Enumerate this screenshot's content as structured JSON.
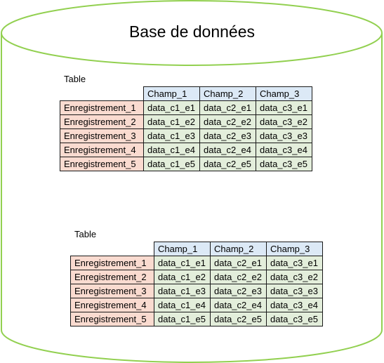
{
  "database": {
    "title": "Base de données",
    "colors": {
      "cylinder_stroke": "#92d050",
      "header_fill": "#dce9f6",
      "record_fill": "#fadbd0",
      "cell_fill": "#e3eedb"
    }
  },
  "tables": [
    {
      "caption": "Table",
      "columns": [
        "Champ_1",
        "Champ_2",
        "Champ_3"
      ],
      "rows": [
        {
          "label": "Enregistrement_1",
          "cells": [
            "data_c1_e1",
            "data_c2_e1",
            "data_c3_e1"
          ]
        },
        {
          "label": "Enregistrement_2",
          "cells": [
            "data_c1_e2",
            "data_c2_e2",
            "data_c3_e2"
          ]
        },
        {
          "label": "Enregistrement_3",
          "cells": [
            "data_c1_e3",
            "data_c2_e3",
            "data_c3_e3"
          ]
        },
        {
          "label": "Enregistrement_4",
          "cells": [
            "data_c1_e4",
            "data_c2_e4",
            "data_c3_e4"
          ]
        },
        {
          "label": "Enregistrement_5",
          "cells": [
            "data_c1_e5",
            "data_c2_e5",
            "data_c3_e5"
          ]
        }
      ]
    },
    {
      "caption": "Table",
      "columns": [
        "Champ_1",
        "Champ_2",
        "Champ_3"
      ],
      "rows": [
        {
          "label": "Enregistrement_1",
          "cells": [
            "data_c1_e1",
            "data_c2_e1",
            "data_c3_e1"
          ]
        },
        {
          "label": "Enregistrement_2",
          "cells": [
            "data_c1_e2",
            "data_c2_e2",
            "data_c3_e2"
          ]
        },
        {
          "label": "Enregistrement_3",
          "cells": [
            "data_c1_e3",
            "data_c2_e3",
            "data_c3_e3"
          ]
        },
        {
          "label": "Enregistrement_4",
          "cells": [
            "data_c1_e4",
            "data_c2_e4",
            "data_c3_e4"
          ]
        },
        {
          "label": "Enregistrement_5",
          "cells": [
            "data_c1_e5",
            "data_c2_e5",
            "data_c3_e5"
          ]
        }
      ]
    }
  ]
}
